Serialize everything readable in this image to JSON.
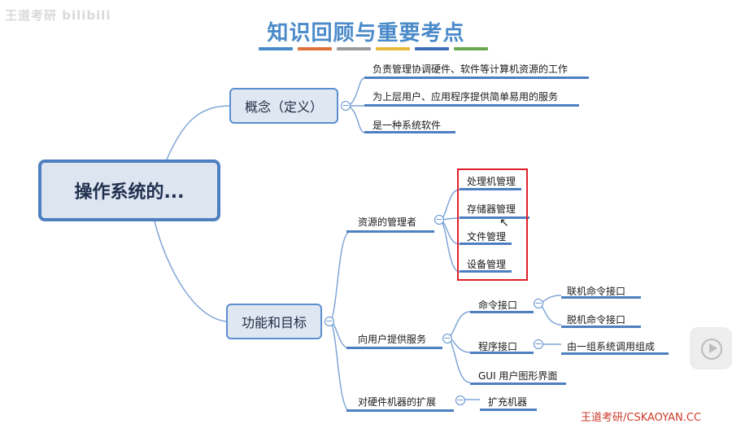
{
  "watermark": "王道考研 bilibili",
  "title": "知识回顾与重要考点",
  "title_bar_colors": [
    "#4a8ac9",
    "#e0703a",
    "#9a9a9a",
    "#e8b83a",
    "#3d6fb8",
    "#6aa84f"
  ],
  "root": {
    "label": "操作系统的..."
  },
  "concept": {
    "label": "概念（定义）",
    "items": [
      "负责管理协调硬件、软件等计算机资源的工作",
      "为上层用户、应用程序提供简单易用的服务",
      "是一种系统软件"
    ]
  },
  "functions": {
    "label": "功能和目标",
    "resource_manager": {
      "label": "资源的管理者",
      "items": [
        "处理机管理",
        "存储器管理",
        "文件管理",
        "设备管理"
      ]
    },
    "user_services": {
      "label": "向用户提供服务",
      "command_interface": {
        "label": "命令接口",
        "items": [
          "联机命令接口",
          "脱机命令接口"
        ]
      },
      "program_interface": {
        "label": "程序接口",
        "item": "由一组系统调用组成"
      },
      "gui": "GUI 用户图形界面"
    },
    "hardware_extension": {
      "label": "对硬件机器的扩展",
      "item": "扩充机器"
    }
  },
  "collapse_symbol": "−",
  "footer_watermark": "王道考研/CSKAOYAN.CC"
}
